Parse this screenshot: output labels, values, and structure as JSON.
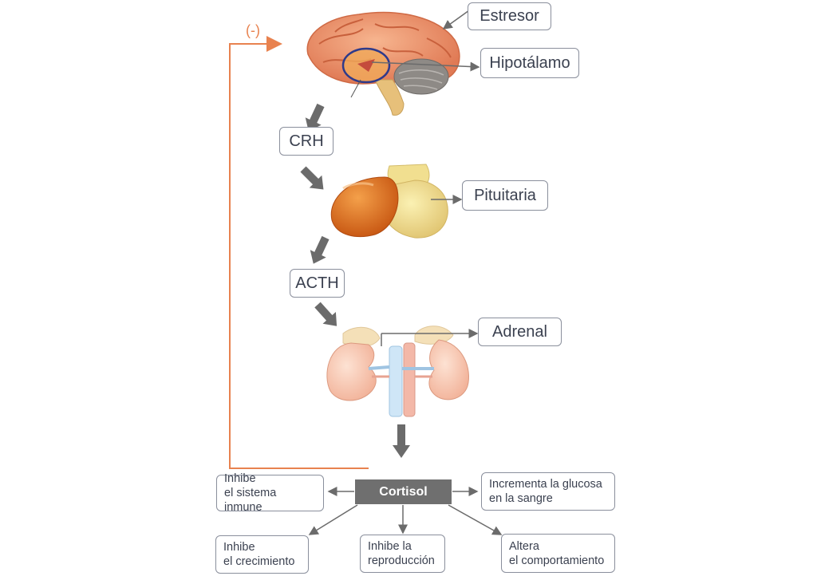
{
  "labels": {
    "stressor": "Estresor",
    "hypothalamus": "Hipotálamo",
    "crh": "CRH",
    "pituitary": "Pituitaria",
    "acth": "ACTH",
    "adrenal": "Adrenal",
    "cortisol": "Cortisol",
    "feedback": "(-)"
  },
  "effects": {
    "immune": [
      "Inhibe",
      "el sistema inmune"
    ],
    "glucose": [
      "Incrementa la glucosa",
      "en la sangre"
    ],
    "growth": [
      "Inhibe",
      "el crecimiento"
    ],
    "reproduction": [
      "Inhibe la",
      "reproducción"
    ],
    "behavior": [
      "Altera",
      "el comportamiento"
    ]
  },
  "colors": {
    "feedback_line": "#e8824f",
    "step_arrow": "#6b6b6b",
    "label_border": "#8a8f9c",
    "cortisol_box": "#6f6f6f"
  },
  "icons": [
    "brain-illustration",
    "pituitary-gland-illustration",
    "kidneys-adrenal-illustration"
  ]
}
